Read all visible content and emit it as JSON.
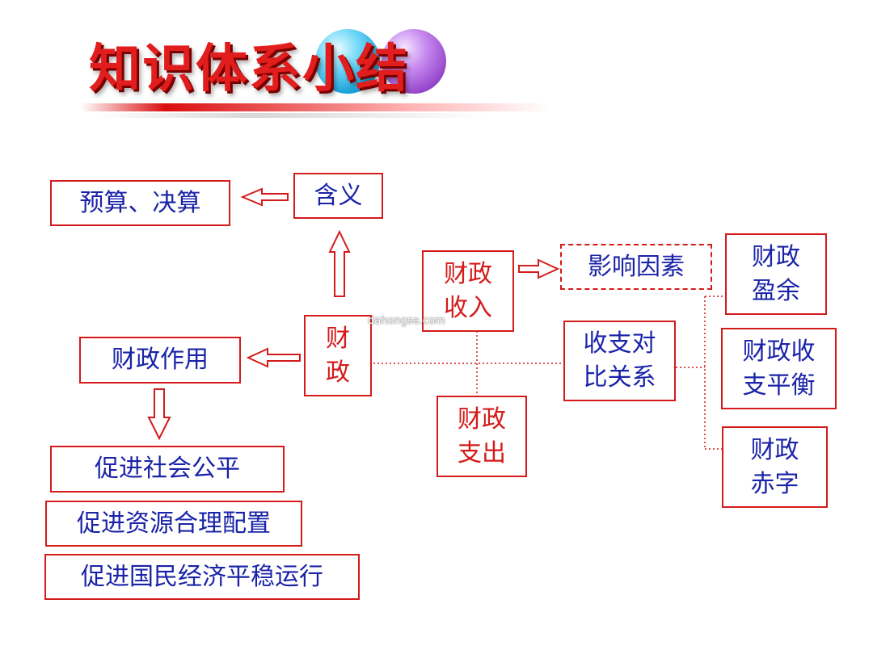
{
  "title": "知识体系小结",
  "nodes": {
    "budget": "预算、决算",
    "meaning": "含义",
    "fiscal": "财\n政",
    "fiscal_role": "财政作用",
    "fiscal_revenue": "财政\n收入",
    "factors": "影响因素",
    "fiscal_expenditure": "财政\n支出",
    "comparison": "收支对\n比关系",
    "surplus": "财政\n盈余",
    "balance": "财政收\n支平衡",
    "deficit": "财政\n赤字",
    "fairness": "促进社会公平",
    "allocation": "促进资源合理配置",
    "stability": "促进国民经济平稳运行"
  },
  "watermark": "dahongse.com",
  "colors": {
    "accent": "#d51a1a",
    "text_blue": "#1a23a8",
    "text_red": "#d51a1a"
  }
}
